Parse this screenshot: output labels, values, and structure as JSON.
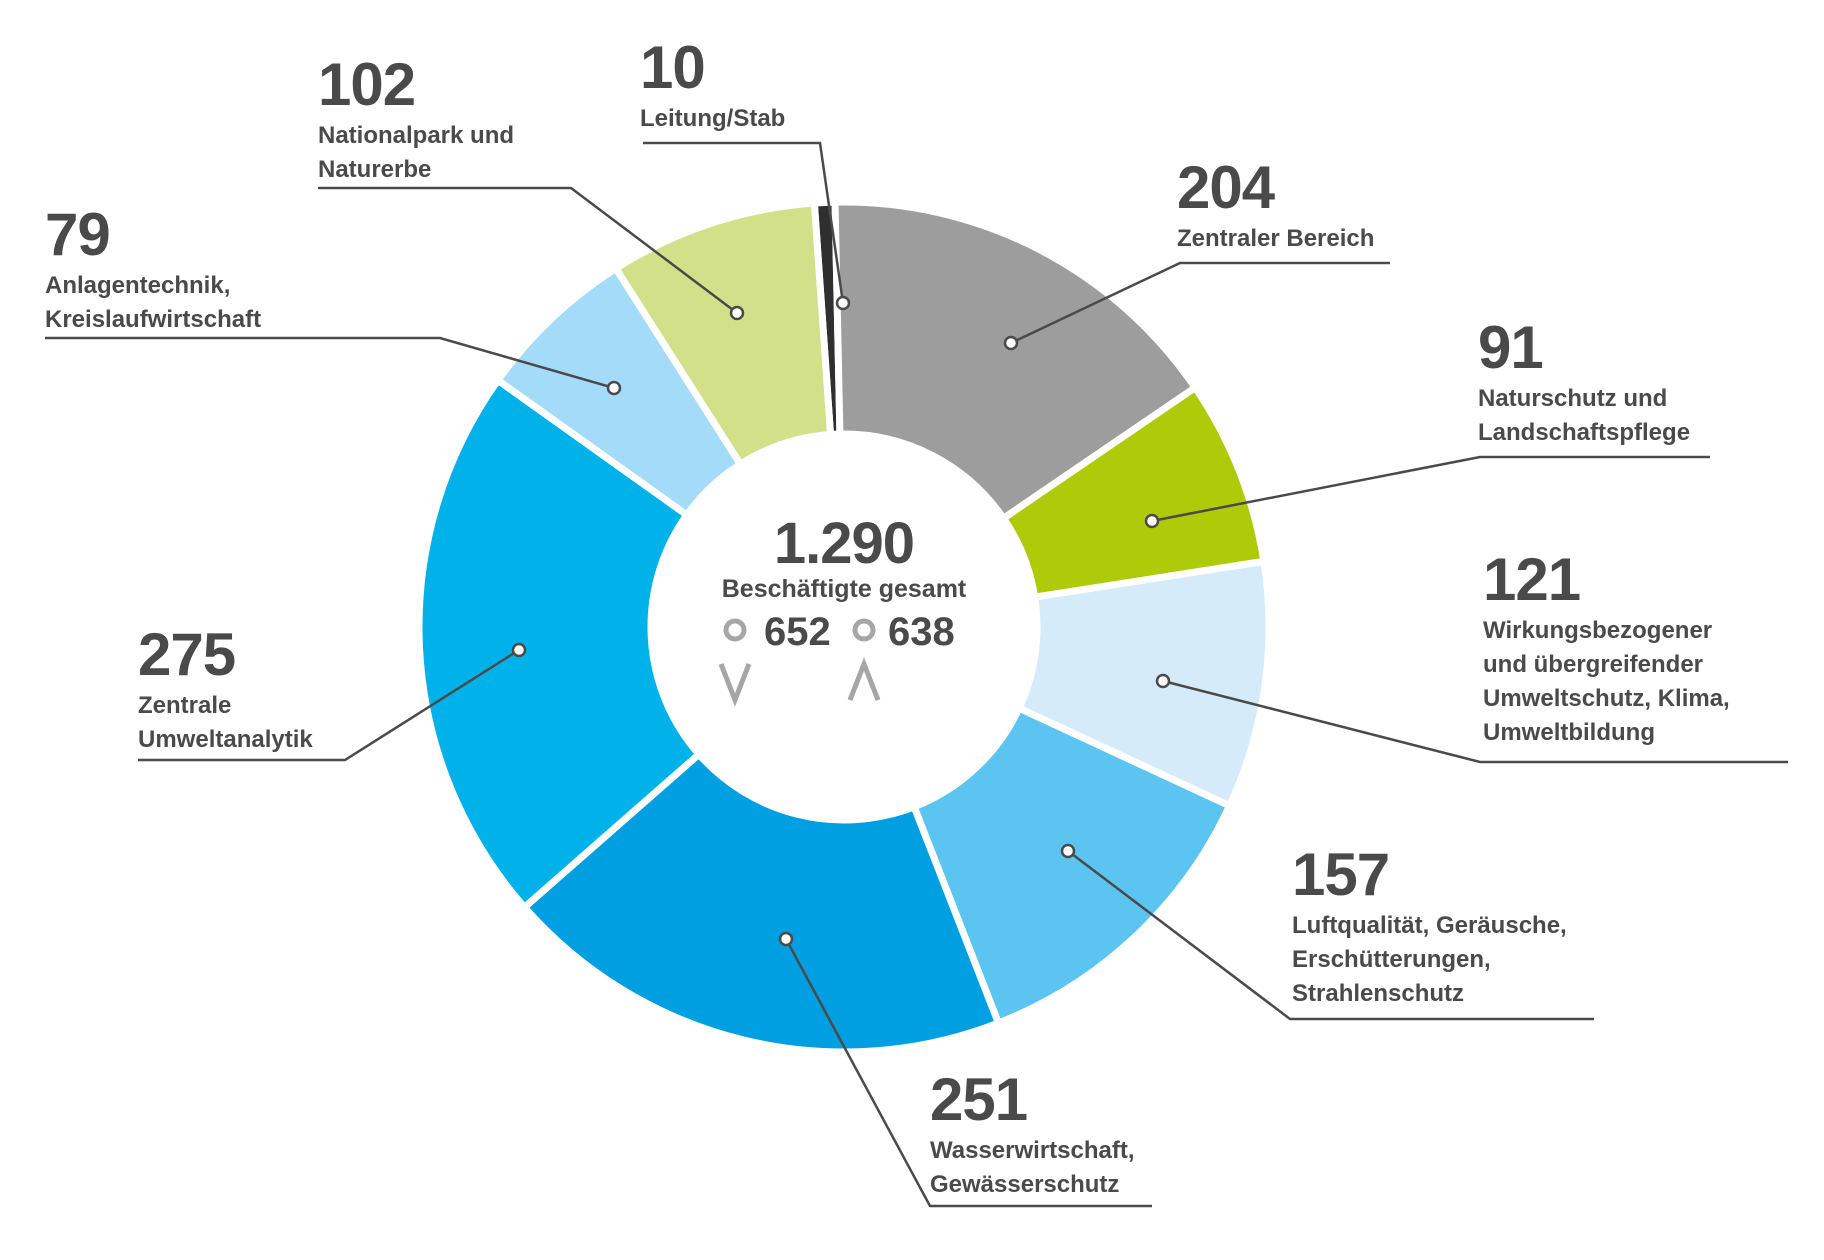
{
  "chart_data": {
    "type": "pie",
    "center": {
      "total": "1.290",
      "total_label": "Beschäftigte gesamt",
      "female": "652",
      "male": "638"
    },
    "series": [
      {
        "label": "Leitung/Stab",
        "value": 10,
        "display": "10",
        "label_lines": [
          "Leitung/Stab"
        ],
        "color": "#2f2f2f"
      },
      {
        "label": "Zentraler Bereich",
        "value": 204,
        "display": "204",
        "label_lines": [
          "Zentraler Bereich"
        ],
        "color": "#9d9d9d"
      },
      {
        "label": "Naturschutz und Landschaftspflege",
        "value": 91,
        "display": "91",
        "label_lines": [
          "Naturschutz und",
          "Landschaftspflege"
        ],
        "color": "#aecb0a"
      },
      {
        "label": "Wirkungsbezogener und übergreifender Umweltschutz, Klima, Umweltbildung",
        "value": 121,
        "display": "121",
        "label_lines": [
          "Wirkungsbezogener",
          "und übergreifender",
          "Umweltschutz, Klima,",
          "Umweltbildung"
        ],
        "color": "#d6ebfa"
      },
      {
        "label": "Luftqualität, Geräusche, Erschütterungen, Strahlenschutz",
        "value": 157,
        "display": "157",
        "label_lines": [
          "Luftqualität, Geräusche,",
          "Erschütterungen,",
          "Strahlenschutz"
        ],
        "color": "#5bc4f1"
      },
      {
        "label": "Wasserwirtschaft, Gewässerschutz",
        "value": 251,
        "display": "251",
        "label_lines": [
          "Wasserwirtschaft,",
          "Gewässerschutz"
        ],
        "color": "#009fe1"
      },
      {
        "label": "Zentrale Umweltanalytik",
        "value": 275,
        "display": "275",
        "label_lines": [
          "Zentrale",
          "Umweltanalytik"
        ],
        "color": "#00b1ea"
      },
      {
        "label": "Anlagentechnik, Kreislaufwirtschaft",
        "value": 79,
        "display": "79",
        "label_lines": [
          "Anlagentechnik,",
          "Kreislaufwirtschaft"
        ],
        "color": "#a4dbf8"
      },
      {
        "label": "Nationalpark und Naturerbe",
        "value": 102,
        "display": "102",
        "label_lines": [
          "Nationalpark und",
          "Naturerbe"
        ],
        "color": "#d3e08a"
      }
    ]
  }
}
